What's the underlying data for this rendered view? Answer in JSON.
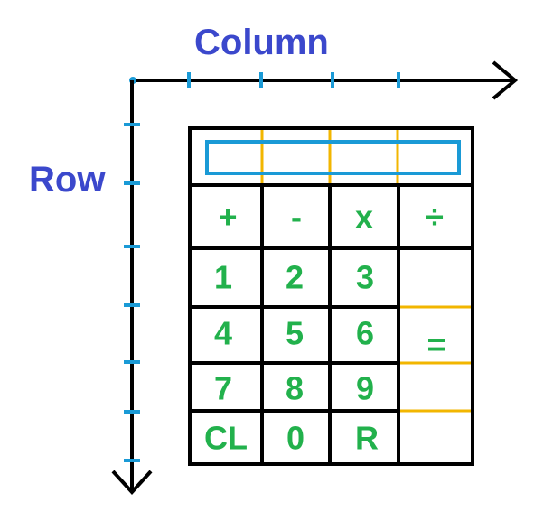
{
  "labels": {
    "column": "Column",
    "row": "Row"
  },
  "keys": {
    "plus": "+",
    "minus": "-",
    "multiply": "x",
    "divide": "÷",
    "one": "1",
    "two": "2",
    "three": "3",
    "four": "4",
    "five": "5",
    "six": "6",
    "equals": "=",
    "seven": "7",
    "eight": "8",
    "nine": "9",
    "clear": "CL",
    "zero": "0",
    "r": "R"
  },
  "colors": {
    "axis_label": "#3b48cc",
    "axis_line": "#000000",
    "tick": "#1a9ad6",
    "key_text": "#22b14c",
    "grid": "#000000",
    "sub_divider": "#f2b600",
    "display_box": "#1a9ad6"
  }
}
